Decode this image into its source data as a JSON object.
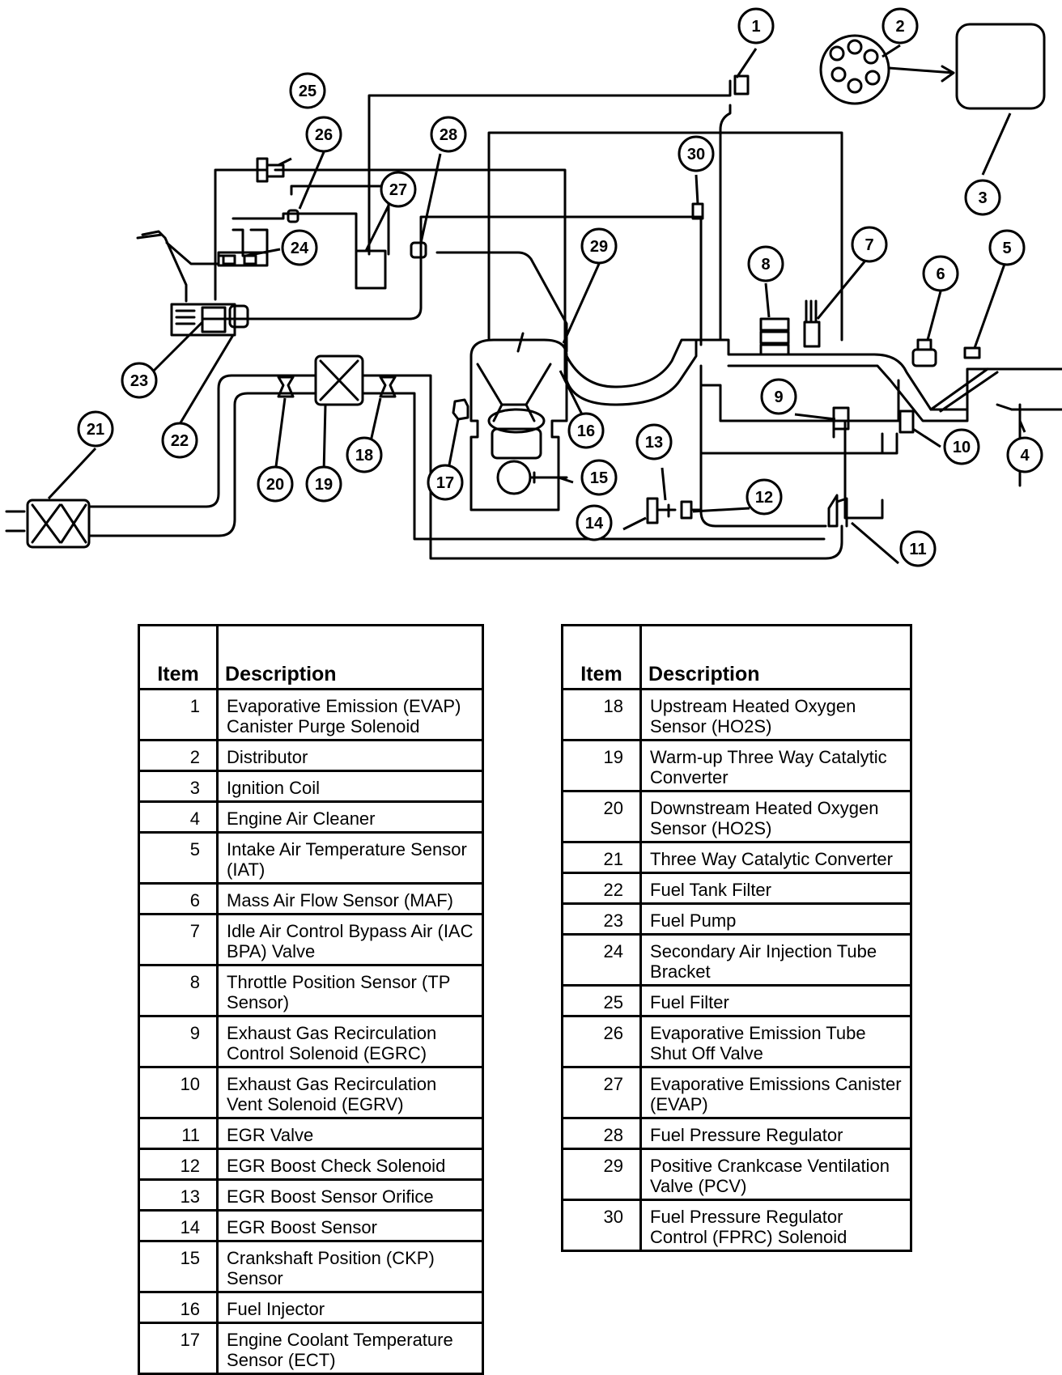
{
  "figure_id": "V9093-C",
  "callouts": [
    "1",
    "2",
    "3",
    "4",
    "5",
    "6",
    "7",
    "8",
    "9",
    "10",
    "11",
    "12",
    "13",
    "14",
    "15",
    "16",
    "17",
    "18",
    "19",
    "20",
    "21",
    "22",
    "23",
    "24",
    "25",
    "26",
    "27",
    "28",
    "29",
    "30"
  ],
  "tables": [
    {
      "header": {
        "item": "Item",
        "description": "Description"
      },
      "rows": [
        {
          "item": "1",
          "description": "Evaporative Emission (EVAP) Canister Purge Solenoid"
        },
        {
          "item": "2",
          "description": "Distributor"
        },
        {
          "item": "3",
          "description": "Ignition Coil"
        },
        {
          "item": "4",
          "description": "Engine Air Cleaner"
        },
        {
          "item": "5",
          "description": "Intake Air Temperature Sensor (IAT)"
        },
        {
          "item": "6",
          "description": "Mass Air Flow Sensor (MAF)"
        },
        {
          "item": "7",
          "description": "Idle Air Control Bypass Air (IAC BPA) Valve"
        },
        {
          "item": "8",
          "description": "Throttle Position Sensor (TP Sensor)"
        },
        {
          "item": "9",
          "description": "Exhaust Gas Recirculation Control Solenoid (EGRC)"
        },
        {
          "item": "10",
          "description": "Exhaust Gas Recirculation Vent Solenoid (EGRV)"
        },
        {
          "item": "11",
          "description": "EGR Valve"
        },
        {
          "item": "12",
          "description": "EGR Boost Check Solenoid"
        },
        {
          "item": "13",
          "description": "EGR Boost Sensor Orifice"
        },
        {
          "item": "14",
          "description": "EGR Boost Sensor"
        },
        {
          "item": "15",
          "description": "Crankshaft Position (CKP) Sensor"
        },
        {
          "item": "16",
          "description": "Fuel Injector"
        },
        {
          "item": "17",
          "description": "Engine Coolant Temperature Sensor (ECT)"
        }
      ]
    },
    {
      "header": {
        "item": "Item",
        "description": "Description"
      },
      "rows": [
        {
          "item": "18",
          "description": "Upstream Heated Oxygen Sensor (HO2S)"
        },
        {
          "item": "19",
          "description": "Warm-up Three Way Catalytic Converter"
        },
        {
          "item": "20",
          "description": "Downstream Heated Oxygen Sensor (HO2S)"
        },
        {
          "item": "21",
          "description": "Three Way Catalytic Converter"
        },
        {
          "item": "22",
          "description": "Fuel Tank Filter"
        },
        {
          "item": "23",
          "description": "Fuel Pump"
        },
        {
          "item": "24",
          "description": "Secondary Air Injection Tube Bracket"
        },
        {
          "item": "25",
          "description": "Fuel Filter"
        },
        {
          "item": "26",
          "description": "Evaporative Emission Tube Shut Off Valve"
        },
        {
          "item": "27",
          "description": "Evaporative Emissions Canister (EVAP)"
        },
        {
          "item": "28",
          "description": "Fuel Pressure Regulator"
        },
        {
          "item": "29",
          "description": "Positive Crankcase Ventilation Valve (PCV)"
        },
        {
          "item": "30",
          "description": "Fuel Pressure Regulator Control (FPRC) Solenoid"
        }
      ]
    }
  ]
}
